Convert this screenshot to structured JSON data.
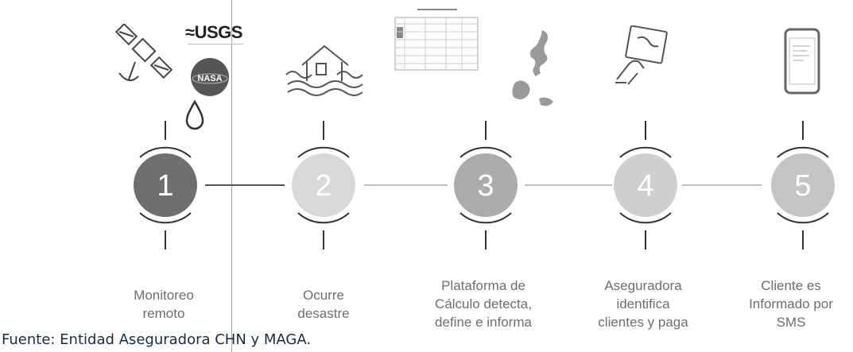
{
  "logo_usgs": "USGS",
  "logo_nasa": "NASA",
  "steps": [
    {
      "number": "1",
      "lines": [
        "Monitoreo",
        "remoto"
      ]
    },
    {
      "number": "2",
      "lines": [
        "Ocurre",
        "desastre"
      ]
    },
    {
      "number": "3",
      "lines": [
        "Plataforma de",
        "Cálculo detecta,",
        "define e informa"
      ]
    },
    {
      "number": "4",
      "lines": [
        "Aseguradora",
        "identifica",
        "clientes y paga"
      ]
    },
    {
      "number": "5",
      "lines": [
        "Cliente es",
        "Informado por",
        "SMS"
      ]
    }
  ],
  "source": "Fuente: Entidad Aseguradora CHN y MAGA.",
  "colors": {
    "step1": "#6f6f6f",
    "step2": "#d9d9d9",
    "step3": "#ababab",
    "step4": "#cfcfcf",
    "step5": "#c4c4c4",
    "caption": "#6e6e6e",
    "source": "#1a2a44"
  }
}
